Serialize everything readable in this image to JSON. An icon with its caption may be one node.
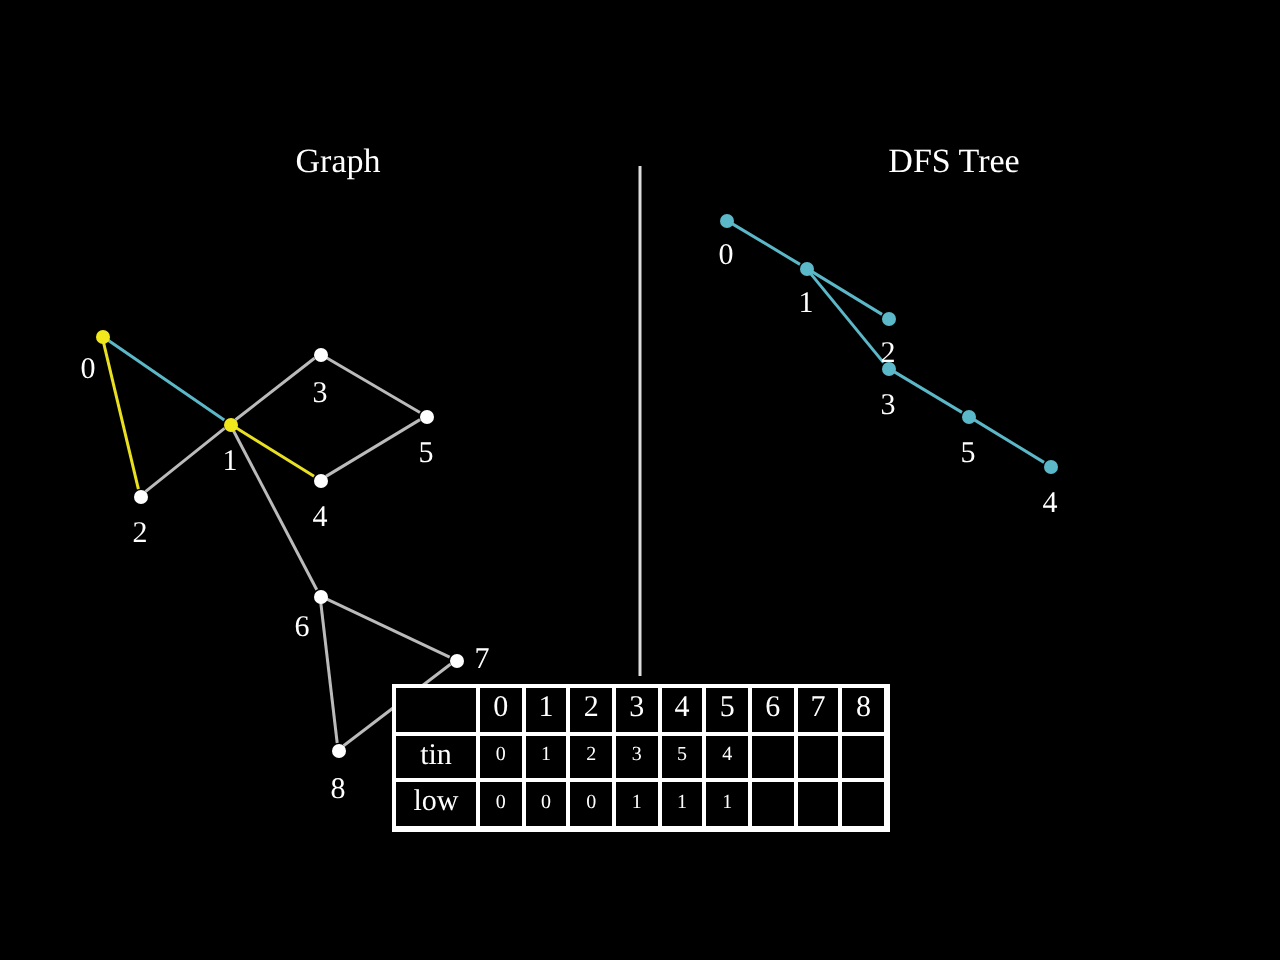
{
  "diagram": {
    "nodes": [
      {
        "text": [],
        "shape": "circle",
        "beside": [
          "0"
        ]
      },
      {
        "text": [],
        "shape": "circle",
        "beside": [
          "1"
        ]
      },
      {
        "text": [],
        "shape": "circle",
        "beside": [
          "2"
        ]
      },
      {
        "text": [],
        "shape": "circle",
        "beside": [
          "3"
        ]
      },
      {
        "text": [],
        "shape": "circle",
        "beside": [
          "4"
        ]
      },
      {
        "text": [],
        "shape": "circle",
        "beside": [
          "5"
        ]
      },
      {
        "text": [],
        "shape": "circle",
        "beside": [
          "6"
        ]
      },
      {
        "text": [],
        "shape": "circle",
        "beside": [
          "7"
        ]
      },
      {
        "text": [],
        "shape": "circle",
        "beside": [
          "8"
        ]
      },
      {
        "text": [],
        "shape": "circle",
        "beside": [
          "0"
        ]
      },
      {
        "text": [],
        "shape": "circle",
        "beside": [
          "1"
        ]
      },
      {
        "text": [],
        "shape": "circle",
        "beside": [
          "2"
        ]
      },
      {
        "text": [],
        "shape": "circle",
        "beside": [
          "3"
        ]
      },
      {
        "text": [],
        "shape": "circle",
        "beside": [
          "5"
        ]
      },
      {
        "text": [],
        "shape": "circle",
        "beside": [
          "4"
        ]
      }
    ],
    "edges": [
      {
        "from": 0,
        "to": 1,
        "arrow": "none",
        "color": "#5bb8c8"
      },
      {
        "from": 0,
        "to": 2,
        "arrow": "none",
        "color": "#e8e020"
      },
      {
        "from": 1,
        "to": 2,
        "arrow": "none"
      },
      {
        "from": 1,
        "to": 3,
        "arrow": "none"
      },
      {
        "from": 1,
        "to": 4,
        "arrow": "none",
        "color": "#e8e020"
      },
      {
        "from": 3,
        "to": 5,
        "arrow": "none"
      },
      {
        "from": 4,
        "to": 5,
        "arrow": "none"
      },
      {
        "from": 1,
        "to": 6,
        "arrow": "none"
      },
      {
        "from": 6,
        "to": 7,
        "arrow": "none"
      },
      {
        "from": 6,
        "to": 8,
        "arrow": "none"
      },
      {
        "from": 7,
        "to": 8,
        "arrow": "none"
      },
      {
        "from": 9,
        "to": 10,
        "arrow": "none",
        "color": "#5bb8c8"
      },
      {
        "from": 10,
        "to": 11,
        "arrow": "none",
        "color": "#5bb8c8"
      },
      {
        "from": 10,
        "to": 12,
        "arrow": "none",
        "color": "#5bb8c8"
      },
      {
        "from": 12,
        "to": 13,
        "arrow": "none",
        "color": "#5bb8c8"
      },
      {
        "from": 13,
        "to": 14,
        "arrow": "none",
        "color": "#5bb8c8"
      }
    ],
    "labels": [
      "Graph",
      "DFS Tree",
      "0",
      "1",
      "2",
      "3",
      "4",
      "5",
      "6",
      "7",
      "8",
      "tin",
      "0",
      "1",
      "2",
      "3",
      "5",
      "4",
      "low",
      "0",
      "0",
      "0",
      "1",
      "1",
      "1"
    ]
  }
}
